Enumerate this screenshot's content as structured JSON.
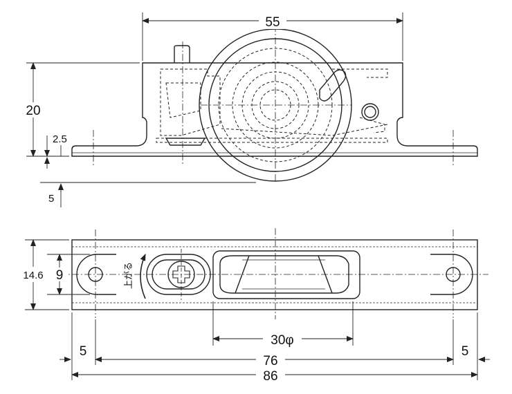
{
  "dimensions": {
    "top_width": "55",
    "height": "20",
    "offset_small": "2.5",
    "offset": "5",
    "body_height": "14.6",
    "slot_height": "9",
    "wheel_diameter": "30φ",
    "edge_left": "5",
    "edge_right": "5",
    "hole_spacing": "76",
    "overall_length": "86"
  },
  "labels": {
    "adjust_direction": "上がる"
  },
  "colors": {
    "line": "#222222",
    "background": "#ffffff"
  }
}
